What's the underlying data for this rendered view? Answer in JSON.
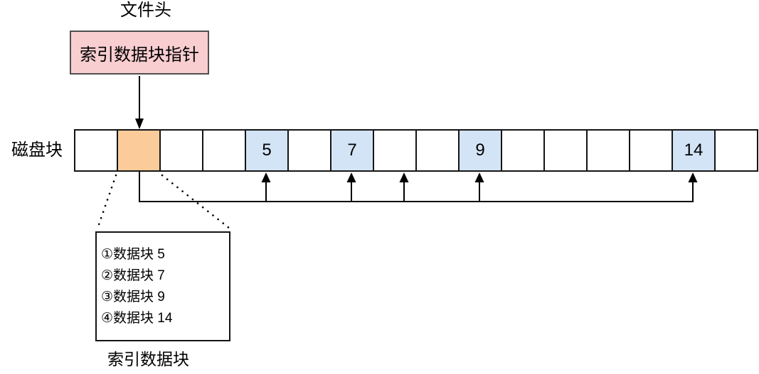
{
  "labels": {
    "file_header": "文件头",
    "disk_row": "磁盘块",
    "index_block_caption": "索引数据块"
  },
  "pointer_box": {
    "label": "索引数据块指针"
  },
  "disk_row": {
    "blocks": [
      {
        "type": "free",
        "label": ""
      },
      {
        "type": "index",
        "label": ""
      },
      {
        "type": "free",
        "label": ""
      },
      {
        "type": "free",
        "label": ""
      },
      {
        "type": "data",
        "label": "5"
      },
      {
        "type": "free",
        "label": ""
      },
      {
        "type": "data",
        "label": "7"
      },
      {
        "type": "free",
        "label": ""
      },
      {
        "type": "free",
        "label": ""
      },
      {
        "type": "data",
        "label": "9"
      },
      {
        "type": "free",
        "label": ""
      },
      {
        "type": "free",
        "label": ""
      },
      {
        "type": "free",
        "label": ""
      },
      {
        "type": "free",
        "label": ""
      },
      {
        "type": "data",
        "label": "14"
      },
      {
        "type": "free",
        "label": ""
      }
    ]
  },
  "index_block": {
    "entries": [
      "①数据块 5",
      "②数据块 7",
      "③数据块 9",
      "④数据块 14"
    ]
  },
  "colors": {
    "pointer_fill": "#f9ced1",
    "pointer_border": "#4f4f4f",
    "index_block_fill": "#fbcc99",
    "data_block_fill": "#d3e4f6",
    "line": "#000000"
  }
}
